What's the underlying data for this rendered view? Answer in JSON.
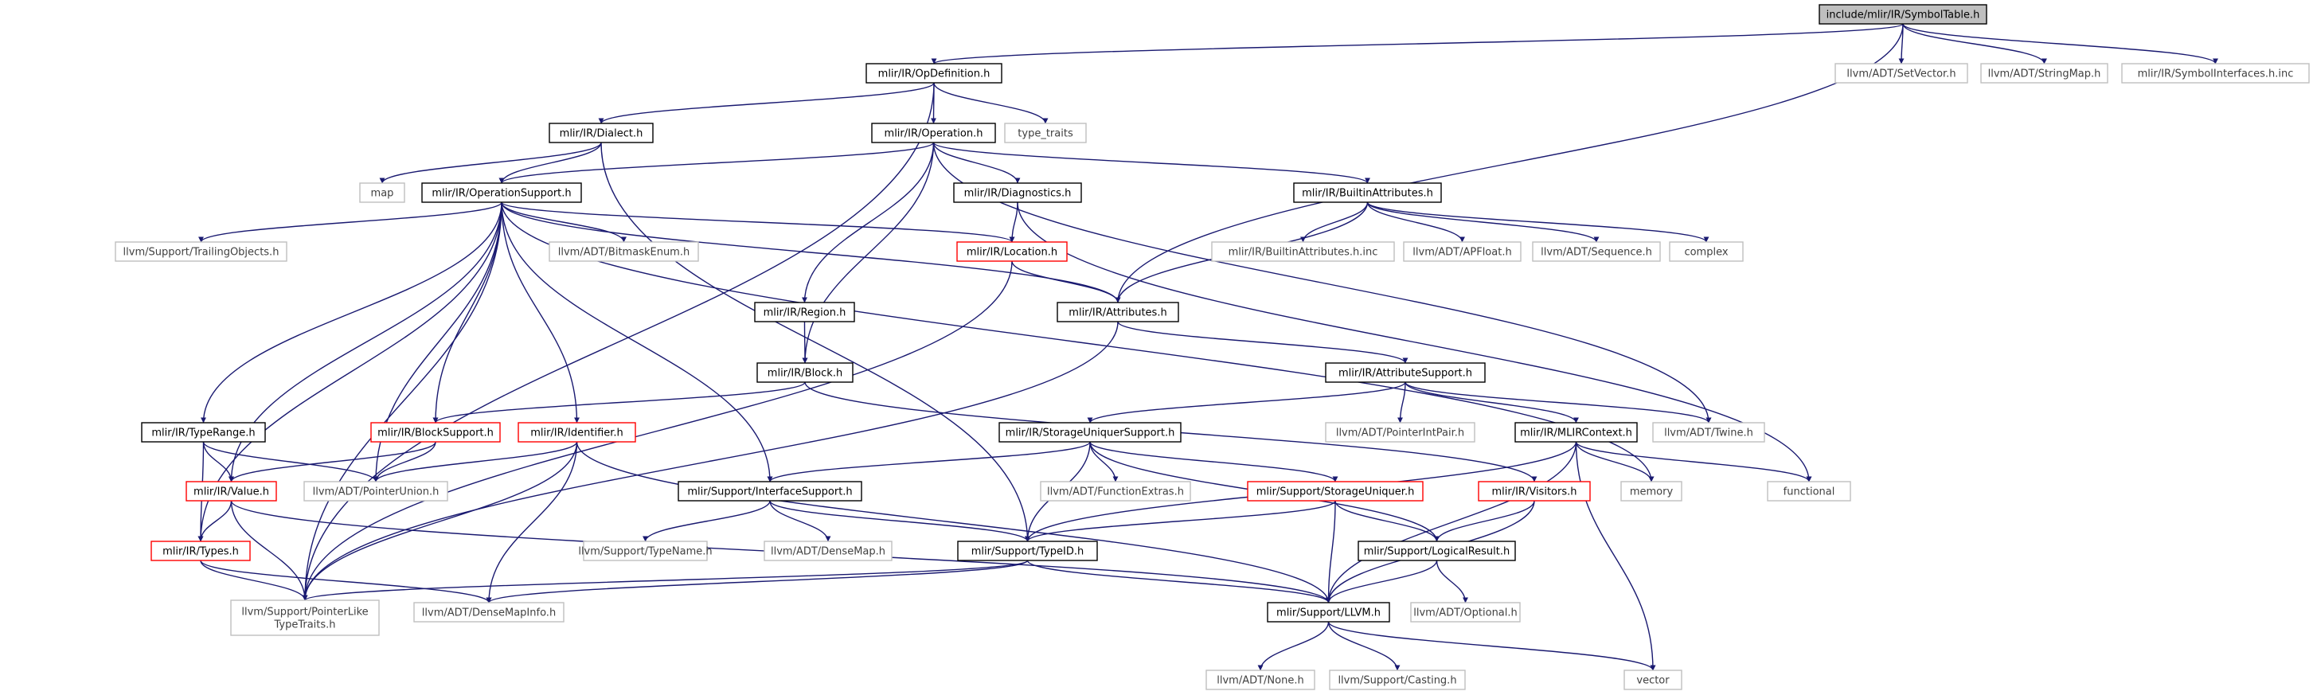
{
  "graph_title": "include/mlir/IR/SymbolTable.h",
  "colors": {
    "edge": "#191970",
    "root_fill": "#bfbfbf",
    "root_stroke": "#000000",
    "internal_stroke": "#000000",
    "incomplete_stroke": "#ff0000",
    "external_stroke": "#bfbfbf",
    "external_text": "#404040",
    "text": "#000000"
  },
  "nodes": [
    {
      "id": "symboltable",
      "kind": "root",
      "lines": [
        "include/mlir/IR/SymbolTable.h"
      ]
    },
    {
      "id": "opdefinition",
      "kind": "internal",
      "lines": [
        "mlir/IR/OpDefinition.h"
      ]
    },
    {
      "id": "setvector",
      "kind": "external",
      "lines": [
        "llvm/ADT/SetVector.h"
      ]
    },
    {
      "id": "stringmap",
      "kind": "external",
      "lines": [
        "llvm/ADT/StringMap.h"
      ]
    },
    {
      "id": "symbolinterfaces",
      "kind": "external",
      "lines": [
        "mlir/IR/SymbolInterfaces.h.inc"
      ]
    },
    {
      "id": "dialect",
      "kind": "internal",
      "lines": [
        "mlir/IR/Dialect.h"
      ]
    },
    {
      "id": "operation",
      "kind": "internal",
      "lines": [
        "mlir/IR/Operation.h"
      ]
    },
    {
      "id": "type_traits",
      "kind": "external",
      "lines": [
        "type_traits"
      ]
    },
    {
      "id": "map",
      "kind": "external",
      "lines": [
        "map"
      ]
    },
    {
      "id": "operationsupport",
      "kind": "internal",
      "lines": [
        "mlir/IR/OperationSupport.h"
      ]
    },
    {
      "id": "diagnostics",
      "kind": "internal",
      "lines": [
        "mlir/IR/Diagnostics.h"
      ]
    },
    {
      "id": "builtinattributes",
      "kind": "internal",
      "lines": [
        "mlir/IR/BuiltinAttributes.h"
      ]
    },
    {
      "id": "trailingobjects",
      "kind": "external",
      "lines": [
        "llvm/Support/TrailingObjects.h"
      ]
    },
    {
      "id": "bitmaskenum",
      "kind": "external",
      "lines": [
        "llvm/ADT/BitmaskEnum.h"
      ]
    },
    {
      "id": "location",
      "kind": "incomplete",
      "lines": [
        "mlir/IR/Location.h"
      ]
    },
    {
      "id": "builtinattributesinc",
      "kind": "external",
      "lines": [
        "mlir/IR/BuiltinAttributes.h.inc"
      ]
    },
    {
      "id": "apfloat",
      "kind": "external",
      "lines": [
        "llvm/ADT/APFloat.h"
      ]
    },
    {
      "id": "sequence",
      "kind": "external",
      "lines": [
        "llvm/ADT/Sequence.h"
      ]
    },
    {
      "id": "complex",
      "kind": "external",
      "lines": [
        "complex"
      ]
    },
    {
      "id": "region",
      "kind": "internal",
      "lines": [
        "mlir/IR/Region.h"
      ]
    },
    {
      "id": "attributes",
      "kind": "internal",
      "lines": [
        "mlir/IR/Attributes.h"
      ]
    },
    {
      "id": "block",
      "kind": "internal",
      "lines": [
        "mlir/IR/Block.h"
      ]
    },
    {
      "id": "attributesupport",
      "kind": "internal",
      "lines": [
        "mlir/IR/AttributeSupport.h"
      ]
    },
    {
      "id": "typerange",
      "kind": "internal",
      "lines": [
        "mlir/IR/TypeRange.h"
      ]
    },
    {
      "id": "blocksupport",
      "kind": "incomplete",
      "lines": [
        "mlir/IR/BlockSupport.h"
      ]
    },
    {
      "id": "identifier",
      "kind": "incomplete",
      "lines": [
        "mlir/IR/Identifier.h"
      ]
    },
    {
      "id": "storageuniquersupport",
      "kind": "internal",
      "lines": [
        "mlir/IR/StorageUniquerSupport.h"
      ]
    },
    {
      "id": "pointerintpair",
      "kind": "external",
      "lines": [
        "llvm/ADT/PointerIntPair.h"
      ]
    },
    {
      "id": "mlircontext",
      "kind": "internal",
      "lines": [
        "mlir/IR/MLIRContext.h"
      ]
    },
    {
      "id": "twine",
      "kind": "external",
      "lines": [
        "llvm/ADT/Twine.h"
      ]
    },
    {
      "id": "value",
      "kind": "incomplete",
      "lines": [
        "mlir/IR/Value.h"
      ]
    },
    {
      "id": "pointerunion",
      "kind": "external",
      "lines": [
        "llvm/ADT/PointerUnion.h"
      ]
    },
    {
      "id": "interfacesupport",
      "kind": "internal",
      "lines": [
        "mlir/Support/InterfaceSupport.h"
      ]
    },
    {
      "id": "functionextras",
      "kind": "external",
      "lines": [
        "llvm/ADT/FunctionExtras.h"
      ]
    },
    {
      "id": "storageuniquer",
      "kind": "incomplete",
      "lines": [
        "mlir/Support/StorageUniquer.h"
      ]
    },
    {
      "id": "visitors",
      "kind": "incomplete",
      "lines": [
        "mlir/IR/Visitors.h"
      ]
    },
    {
      "id": "memory",
      "kind": "external",
      "lines": [
        "memory"
      ]
    },
    {
      "id": "functional",
      "kind": "external",
      "lines": [
        "functional"
      ]
    },
    {
      "id": "types",
      "kind": "incomplete",
      "lines": [
        "mlir/IR/Types.h"
      ]
    },
    {
      "id": "typename",
      "kind": "external",
      "lines": [
        "llvm/Support/TypeName.h"
      ]
    },
    {
      "id": "densemap",
      "kind": "external",
      "lines": [
        "llvm/ADT/DenseMap.h"
      ]
    },
    {
      "id": "typeid",
      "kind": "internal",
      "lines": [
        "mlir/Support/TypeID.h"
      ]
    },
    {
      "id": "logicalresult",
      "kind": "internal",
      "lines": [
        "mlir/Support/LogicalResult.h"
      ]
    },
    {
      "id": "pointerliketypetraits",
      "kind": "external",
      "lines": [
        "llvm/Support/PointerLike",
        "TypeTraits.h"
      ]
    },
    {
      "id": "densemapinfo",
      "kind": "external",
      "lines": [
        "llvm/ADT/DenseMapInfo.h"
      ]
    },
    {
      "id": "llvm",
      "kind": "internal",
      "lines": [
        "mlir/Support/LLVM.h"
      ]
    },
    {
      "id": "optional",
      "kind": "external",
      "lines": [
        "llvm/ADT/Optional.h"
      ]
    },
    {
      "id": "none",
      "kind": "external",
      "lines": [
        "llvm/ADT/None.h"
      ]
    },
    {
      "id": "casting",
      "kind": "external",
      "lines": [
        "llvm/Support/Casting.h"
      ]
    },
    {
      "id": "vector",
      "kind": "external",
      "lines": [
        "vector"
      ]
    }
  ],
  "edges": [
    [
      "symboltable",
      "opdefinition"
    ],
    [
      "symboltable",
      "setvector"
    ],
    [
      "symboltable",
      "stringmap"
    ],
    [
      "symboltable",
      "symbolinterfaces"
    ],
    [
      "symboltable",
      "attributes"
    ],
    [
      "opdefinition",
      "dialect"
    ],
    [
      "opdefinition",
      "operation"
    ],
    [
      "opdefinition",
      "type_traits"
    ],
    [
      "opdefinition",
      "pointerliketypetraits"
    ],
    [
      "dialect",
      "map"
    ],
    [
      "dialect",
      "operationsupport"
    ],
    [
      "dialect",
      "typeid"
    ],
    [
      "operation",
      "operationsupport"
    ],
    [
      "operation",
      "diagnostics"
    ],
    [
      "operation",
      "builtinattributes"
    ],
    [
      "operation",
      "region"
    ],
    [
      "operation",
      "block"
    ],
    [
      "operation",
      "twine"
    ],
    [
      "operationsupport",
      "trailingobjects"
    ],
    [
      "operationsupport",
      "bitmaskenum"
    ],
    [
      "operationsupport",
      "location"
    ],
    [
      "operationsupport",
      "attributes"
    ],
    [
      "operationsupport",
      "typerange"
    ],
    [
      "operationsupport",
      "blocksupport"
    ],
    [
      "operationsupport",
      "identifier"
    ],
    [
      "operationsupport",
      "interfacesupport"
    ],
    [
      "operationsupport",
      "value"
    ],
    [
      "operationsupport",
      "pointerunion"
    ],
    [
      "operationsupport",
      "types"
    ],
    [
      "operationsupport",
      "pointerliketypetraits"
    ],
    [
      "operationsupport",
      "memory"
    ],
    [
      "diagnostics",
      "location"
    ],
    [
      "diagnostics",
      "functional"
    ],
    [
      "builtinattributes",
      "builtinattributesinc"
    ],
    [
      "builtinattributes",
      "apfloat"
    ],
    [
      "builtinattributes",
      "sequence"
    ],
    [
      "builtinattributes",
      "complex"
    ],
    [
      "builtinattributes",
      "attributes"
    ],
    [
      "location",
      "attributes"
    ],
    [
      "location",
      "pointerliketypetraits"
    ],
    [
      "region",
      "block"
    ],
    [
      "attributes",
      "attributesupport"
    ],
    [
      "attributes",
      "pointerliketypetraits"
    ],
    [
      "block",
      "blocksupport"
    ],
    [
      "block",
      "visitors"
    ],
    [
      "attributesupport",
      "storageuniquersupport"
    ],
    [
      "attributesupport",
      "pointerintpair"
    ],
    [
      "attributesupport",
      "mlircontext"
    ],
    [
      "attributesupport",
      "twine"
    ],
    [
      "typerange",
      "value"
    ],
    [
      "typerange",
      "types"
    ],
    [
      "typerange",
      "pointerunion"
    ],
    [
      "blocksupport",
      "value"
    ],
    [
      "blocksupport",
      "pointerunion"
    ],
    [
      "identifier",
      "pointerunion"
    ],
    [
      "identifier",
      "pointerliketypetraits"
    ],
    [
      "identifier",
      "densemapinfo"
    ],
    [
      "identifier",
      "llvm"
    ],
    [
      "storageuniquersupport",
      "interfacesupport"
    ],
    [
      "storageuniquersupport",
      "functionextras"
    ],
    [
      "storageuniquersupport",
      "storageuniquer"
    ],
    [
      "storageuniquersupport",
      "typeid"
    ],
    [
      "storageuniquersupport",
      "logicalresult"
    ],
    [
      "mlircontext",
      "typeid"
    ],
    [
      "mlircontext",
      "memory"
    ],
    [
      "mlircontext",
      "functional"
    ],
    [
      "mlircontext",
      "vector"
    ],
    [
      "mlircontext",
      "llvm"
    ],
    [
      "value",
      "types"
    ],
    [
      "value",
      "pointerliketypetraits"
    ],
    [
      "value",
      "llvm"
    ],
    [
      "interfacesupport",
      "typename"
    ],
    [
      "interfacesupport",
      "densemap"
    ],
    [
      "interfacesupport",
      "typeid"
    ],
    [
      "storageuniquer",
      "typeid"
    ],
    [
      "storageuniquer",
      "logicalresult"
    ],
    [
      "storageuniquer",
      "llvm"
    ],
    [
      "visitors",
      "logicalresult"
    ],
    [
      "visitors",
      "llvm"
    ],
    [
      "types",
      "pointerliketypetraits"
    ],
    [
      "types",
      "densemapinfo"
    ],
    [
      "typeid",
      "llvm"
    ],
    [
      "typeid",
      "pointerliketypetraits"
    ],
    [
      "typeid",
      "densemapinfo"
    ],
    [
      "logicalresult",
      "llvm"
    ],
    [
      "logicalresult",
      "optional"
    ],
    [
      "llvm",
      "none"
    ],
    [
      "llvm",
      "casting"
    ],
    [
      "llvm",
      "vector"
    ]
  ]
}
